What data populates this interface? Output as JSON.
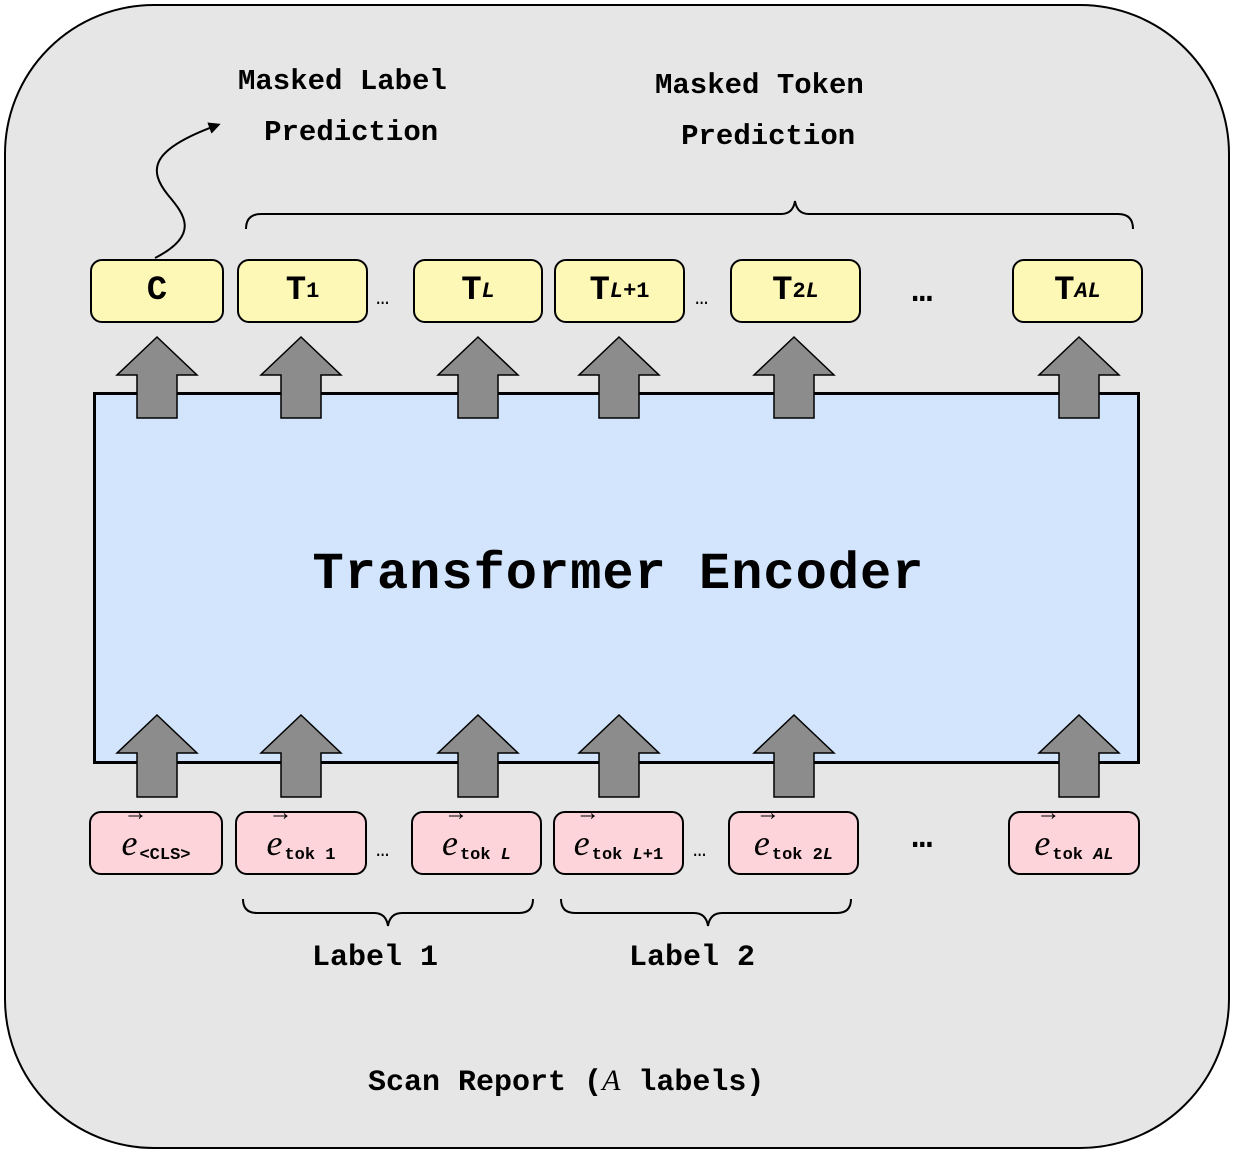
{
  "task_labels": {
    "masked_label": "Masked Label\n Prediction",
    "masked_token": "Masked Token\n Prediction"
  },
  "outputs": {
    "c": "C",
    "t1_base": "T",
    "t1_sub": "1",
    "tl_base": "T",
    "tl_sub": "L",
    "tl1_base": "T",
    "tl1_sub_var": "L",
    "tl1_sub_rest": "+1",
    "t2l_base": "T",
    "t2l_sub_pre": "2",
    "t2l_sub_var": "L",
    "tal_base": "T",
    "tal_sub": "AL"
  },
  "encoder": {
    "title": "Transformer Encoder"
  },
  "inputs": {
    "vec_symbol": "e",
    "cls_sub": "<CLS>",
    "tok1_sub": "tok 1",
    "tokl_sub_pre": "tok ",
    "tokl_sub_var": "L",
    "tokl1_sub_pre": "tok ",
    "tokl1_sub_var": "L",
    "tokl1_sub_rest": "+1",
    "tok2l_sub_pre": "tok 2",
    "tok2l_sub_var": "L",
    "tokal_sub_pre": "tok ",
    "tokal_sub_var": "AL"
  },
  "ellipsis": {
    "small": "…",
    "large": "…"
  },
  "groups": {
    "label1": "Label 1",
    "label2": "Label 2"
  },
  "caption": {
    "pre": "Scan Report (",
    "var": "A",
    "post": " labels)"
  },
  "colors": {
    "background": "#e6e6e6",
    "encoder_fill": "#d3e5fc",
    "output_fill": "#fdf8b6",
    "input_fill": "#fdd4da",
    "arrow_fill": "#8c8c8c"
  }
}
